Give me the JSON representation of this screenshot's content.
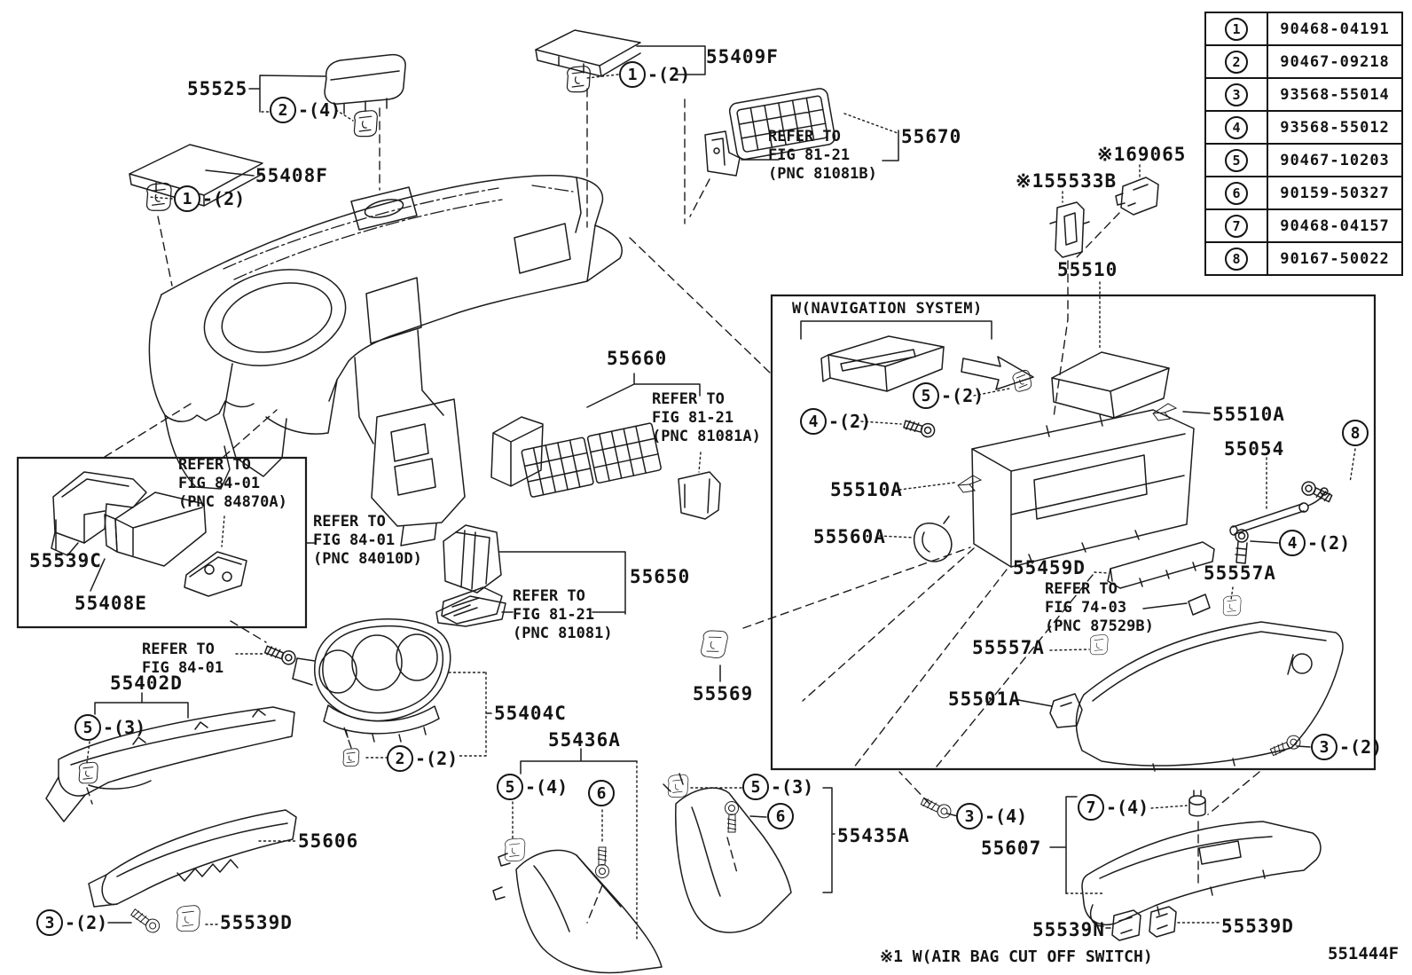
{
  "page": {
    "figure_code": "551444F",
    "footnote": "※1 W(AIR BAG CUT OFF SWITCH)"
  },
  "nav_box": {
    "title": "W(NAVIGATION SYSTEM)"
  },
  "fastener_table": {
    "rows": [
      {
        "ref": "1",
        "part_number": "90468-04191"
      },
      {
        "ref": "2",
        "part_number": "90467-09218"
      },
      {
        "ref": "3",
        "part_number": "93568-55014"
      },
      {
        "ref": "4",
        "part_number": "93568-55012"
      },
      {
        "ref": "5",
        "part_number": "90467-10203"
      },
      {
        "ref": "6",
        "part_number": "90159-50327"
      },
      {
        "ref": "7",
        "part_number": "90468-04157"
      },
      {
        "ref": "8",
        "part_number": "90167-50022"
      }
    ]
  },
  "labels": {
    "l55525": "55525",
    "l55408F": "55408F",
    "l55409F": "55409F",
    "l55670": "55670",
    "l169065": "※169065",
    "l155533B": "※155533B",
    "l55510": "55510",
    "l55510A_left": "55510A",
    "l55560A": "55560A",
    "l55510A_right": "55510A",
    "l55054": "55054",
    "l55459D": "55459D",
    "l55557A_right": "55557A",
    "l55557A_left": "55557A",
    "l55501A": "55501A",
    "l55660": "55660",
    "l55650": "55650",
    "l55569": "55569",
    "l55539C": "55539C",
    "l55408E": "55408E",
    "l55402D": "55402D",
    "l55606": "55606",
    "l55539D_bl": "55539D",
    "l55404C": "55404C",
    "l55436A": "55436A",
    "l55435A": "55435A",
    "l55607": "55607",
    "l55539N": "55539N",
    "l55539D_br": "55539D"
  },
  "notes": {
    "n81081B": [
      "REFER TO",
      "FIG 81-21",
      "(PNC 81081B)"
    ],
    "n81081A": [
      "REFER TO",
      "FIG 81-21",
      "(PNC 81081A)"
    ],
    "n81081": [
      "REFER TO",
      "FIG 81-21",
      "(PNC 81081)"
    ],
    "n84870A": [
      "REFER TO",
      "FIG 84-01",
      "(PNC 84870A)"
    ],
    "n84010D": [
      "REFER TO",
      "FIG 84-01",
      "(PNC 84010D)"
    ],
    "n8401": [
      "REFER TO",
      "FIG 84-01"
    ],
    "n7403": [
      "REFER TO",
      "FIG 74-03",
      "(PNC 87529B)"
    ]
  },
  "callouts": {
    "c55525": {
      "num": "2",
      "qty": "-(4)"
    },
    "c55408F": {
      "num": "1",
      "qty": "-(2)"
    },
    "c55409F": {
      "num": "1",
      "qty": "-(2)"
    },
    "cnav5": {
      "num": "5",
      "qty": "-(2)"
    },
    "cnav4": {
      "num": "4",
      "qty": "-(2)"
    },
    "cnav8": {
      "num": "8",
      "qty": ""
    },
    "cnav4r": {
      "num": "4",
      "qty": "-(2)"
    },
    "cnav3": {
      "num": "3",
      "qty": "-(2)"
    },
    "c55402D": {
      "num": "5",
      "qty": "-(3)"
    },
    "c55606": {
      "num": "3",
      "qty": "-(2)"
    },
    "c55404C": {
      "num": "2",
      "qty": "-(2)"
    },
    "c55436A5": {
      "num": "5",
      "qty": "-(4)"
    },
    "c55436A6": {
      "num": "6",
      "qty": ""
    },
    "c55435A5": {
      "num": "5",
      "qty": "-(3)"
    },
    "c55435A6": {
      "num": "6",
      "qty": ""
    },
    "c556073": {
      "num": "3",
      "qty": "-(4)"
    },
    "c556077": {
      "num": "7",
      "qty": "-(4)"
    }
  }
}
